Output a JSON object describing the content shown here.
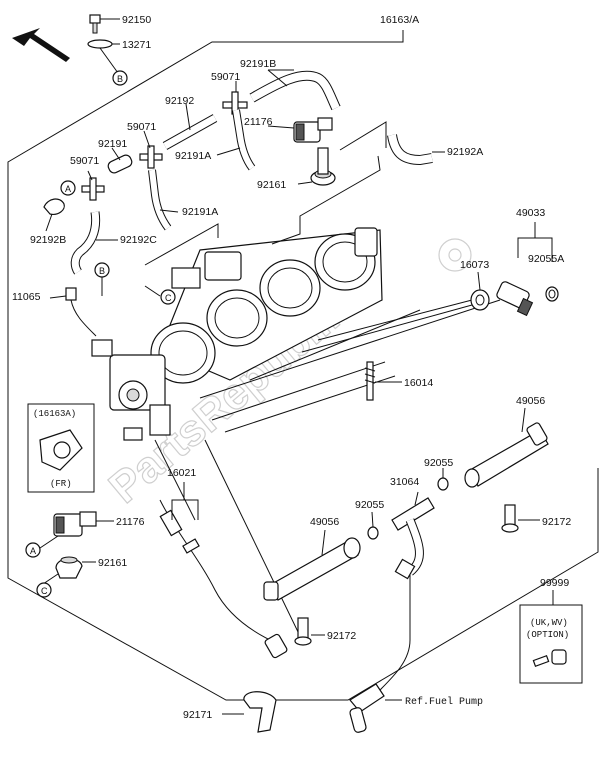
{
  "diagram": {
    "watermark": "PartsRepublik",
    "callouts": {
      "c92150": "92150",
      "c13271": "13271",
      "c16163A": "16163/A",
      "c92191B": "92191B",
      "c59071a": "59071",
      "c92192": "92192",
      "c21176a": "21176",
      "c59071b": "59071",
      "c92191": "92191",
      "c92192A": "92192A",
      "c59071c": "59071",
      "c92191Aa": "92191A",
      "c92161a": "92161",
      "c92191Ab": "92191A",
      "c92192B": "92192B",
      "c92192C": "92192C",
      "c49033": "49033",
      "c92055A": "92055A",
      "c16073": "16073",
      "c11065": "11065",
      "c16014": "16014",
      "c49056a": "49056",
      "c92055a": "92055",
      "c31064": "31064",
      "c16021": "16021",
      "c92055b": "92055",
      "c21176b": "21176",
      "c49056b": "49056",
      "c92172a": "92172",
      "c92161b": "92161",
      "c92172b": "92172",
      "c99999": "99999",
      "c92171": "92171"
    },
    "circle_labels": {
      "a1": "A",
      "b1": "B",
      "c1": "C",
      "b2": "B",
      "a2": "A",
      "c2": "C"
    },
    "inset": {
      "title": "(16163A)",
      "note": "(FR)"
    },
    "option_box": {
      "line1": "(UK,WV)",
      "line2": "(OPTION)"
    },
    "ref_fuel_pump": "Ref.Fuel Pump"
  }
}
